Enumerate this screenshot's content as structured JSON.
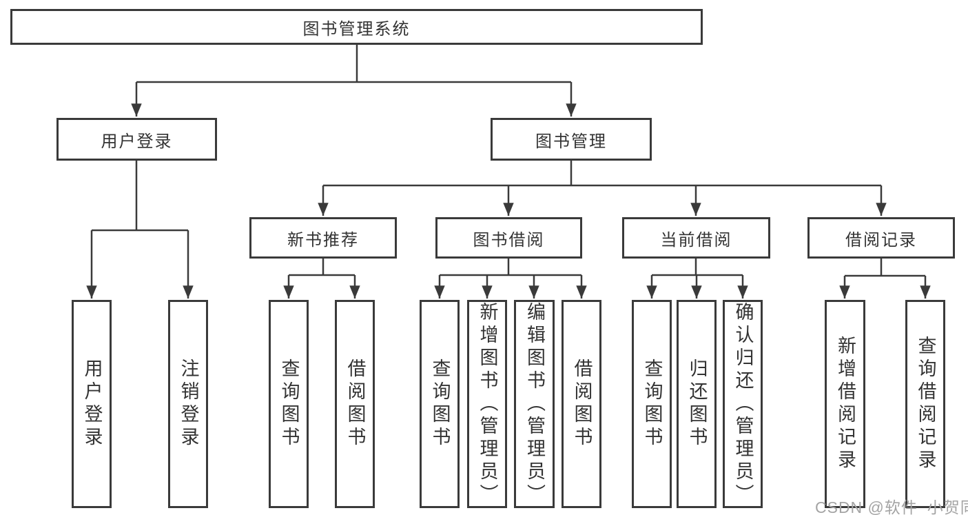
{
  "diagram": {
    "root": {
      "label": "图书管理系统"
    },
    "branches": [
      {
        "label": "用户登录",
        "children": [
          {
            "label": "用户登录"
          },
          {
            "label": "注销登录"
          }
        ]
      },
      {
        "label": "图书管理",
        "children": [
          {
            "label": "新书推荐",
            "children": [
              {
                "label": "查询图书"
              },
              {
                "label": "借阅图书"
              }
            ]
          },
          {
            "label": "图书借阅",
            "children": [
              {
                "label": "查询图书"
              },
              {
                "label": "新增图书（管理员）"
              },
              {
                "label": "编辑图书（管理员）"
              },
              {
                "label": "借阅图书"
              }
            ]
          },
          {
            "label": "当前借阅",
            "children": [
              {
                "label": "查询图书"
              },
              {
                "label": "归还图书"
              },
              {
                "label": "确认归还（管理员）"
              }
            ]
          },
          {
            "label": "借阅记录",
            "children": [
              {
                "label": "新增借阅记录"
              },
              {
                "label": "查询借阅记录"
              }
            ]
          }
        ]
      }
    ]
  },
  "watermark": {
    "text": "CSDN @软件_小贺同学"
  },
  "colors": {
    "line": "#3a3a3a",
    "box_border": "#3a3a3a",
    "text": "#333333",
    "watermark": "#a4a4a4",
    "background": "#ffffff"
  }
}
